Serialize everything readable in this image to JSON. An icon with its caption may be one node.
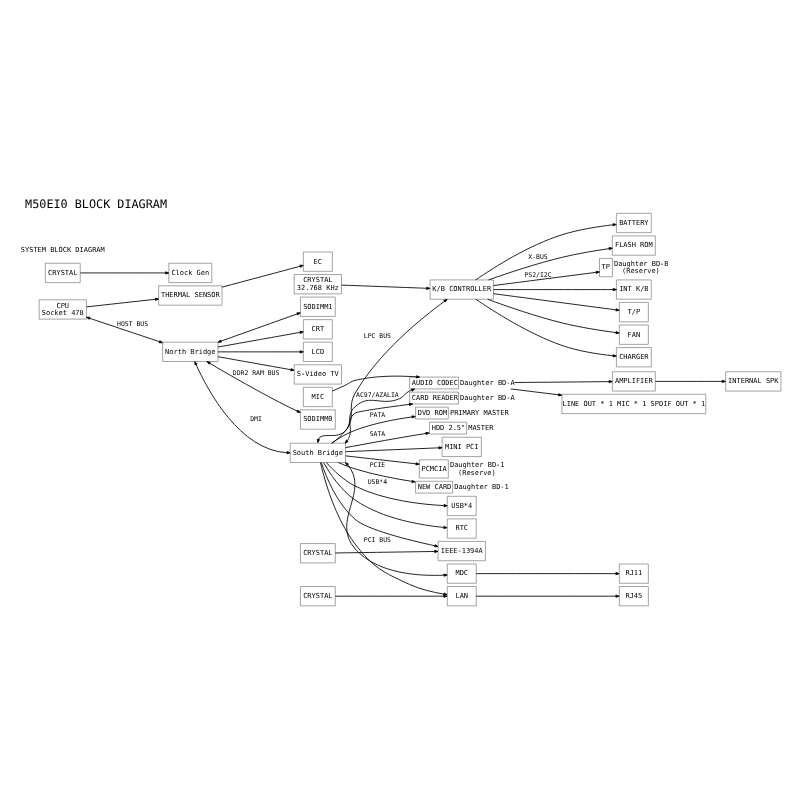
{
  "diagram": {
    "title": "M50EI0 BLOCK DIAGRAM",
    "nodes": [
      {
        "text": [
          "CPU",
          "Socket 478"
        ]
      },
      {
        "text": [
          "THERMAL SENSOR"
        ]
      },
      {
        "text": [
          "EC"
        ]
      },
      {
        "text": [
          "North Bridge"
        ]
      },
      {
        "text": [
          "CRT"
        ]
      },
      {
        "text": [
          "LCD"
        ]
      },
      {
        "text": [
          "S-Video TV"
        ]
      },
      {
        "text": [
          "SODIMM0"
        ]
      },
      {
        "text": [
          "SODIMM1"
        ]
      },
      {
        "text": [
          "South Bridge"
        ]
      },
      {
        "text": [
          "RTC"
        ]
      },
      {
        "text": [
          "AUDIO CODEC"
        ],
        "beside": [
          "Daughter BD-A"
        ]
      },
      {
        "text": [
          "MDC"
        ]
      },
      {
        "text": [
          "RJ11"
        ]
      },
      {
        "text": [
          "AMPLIFIER"
        ]
      },
      {
        "text": [
          "INTERNAL SPK"
        ]
      },
      {
        "text": [
          "MIC"
        ]
      },
      {
        "text": [
          "LINE OUT * 1 MIC * 1 SPDIF OUT * 1"
        ]
      },
      {
        "text": [
          "LAN"
        ]
      },
      {
        "text": [
          "RJ45"
        ]
      },
      {
        "text": [
          "CRYSTAL"
        ]
      },
      {
        "text": [
          "HDD 2.5\""
        ],
        "beside": [
          "MASTER"
        ]
      },
      {
        "text": [
          "MINI PCI"
        ]
      },
      {
        "text": [
          "PCMCIA"
        ],
        "beside": [
          "Daughter BD-1",
          "(Reserve)"
        ]
      },
      {
        "text": [
          "IEEE-1394A"
        ]
      },
      {
        "text": [
          "CRYSTAL"
        ]
      },
      {
        "text": [
          "NEW CARD"
        ],
        "beside": [
          "Daughter BD-1"
        ]
      },
      {
        "text": [
          "USB*4"
        ]
      },
      {
        "text": [
          "CARD READER"
        ],
        "beside": [
          "Daughter BD-A"
        ]
      },
      {
        "text": [
          "DVD ROM"
        ],
        "beside": [
          "PRIMARY MASTER"
        ]
      },
      {
        "text": [
          "CRYSTAL"
        ]
      },
      {
        "text": [
          "Clock Gen"
        ]
      },
      {
        "text": [
          "CRYSTAL",
          "32.768 KHz"
        ]
      },
      {
        "text": [
          "K/B CONTROLLER"
        ]
      },
      {
        "text": [
          "FLASH ROM"
        ]
      },
      {
        "text": [
          "TP"
        ],
        "beside": [
          "Daughter BD-B",
          "(Reserve)"
        ]
      },
      {
        "text": [
          "INT K/B"
        ]
      },
      {
        "text": [
          "T/P"
        ]
      },
      {
        "text": [
          "FAN"
        ]
      },
      {
        "text": [
          "CHARGER"
        ]
      },
      {
        "text": [
          "BATTERY"
        ]
      }
    ],
    "edges": [
      {
        "from": 0,
        "to": 1,
        "arrow": "to"
      },
      {
        "from": 1,
        "to": 2,
        "arrow": "to"
      },
      {
        "from": 0,
        "to": 3,
        "arrow": "both",
        "label": "HOST BUS"
      },
      {
        "from": 3,
        "to": 4,
        "arrow": "to"
      },
      {
        "from": 3,
        "to": 5,
        "arrow": "to"
      },
      {
        "from": 3,
        "to": 6,
        "arrow": "to"
      },
      {
        "from": 3,
        "to": 7,
        "arrow": "both",
        "label": "DDR2 RAM BUS"
      },
      {
        "from": 3,
        "to": 8,
        "arrow": "both"
      },
      {
        "from": 3,
        "to": 9,
        "arrow": "both",
        "label": "DMI"
      },
      {
        "from": 9,
        "to": 10,
        "arrow": "to"
      },
      {
        "from": 9,
        "to": 11,
        "arrow": "both",
        "label": "AC97/AZALIA"
      },
      {
        "from": 9,
        "to": 12,
        "arrow": "both"
      },
      {
        "from": 11,
        "to": 14,
        "arrow": "to"
      },
      {
        "from": 14,
        "to": 15,
        "arrow": "to"
      },
      {
        "from": 16,
        "to": 11,
        "arrow": "to"
      },
      {
        "from": 11,
        "to": 17,
        "arrow": "to"
      },
      {
        "from": 12,
        "to": 13,
        "arrow": "to"
      },
      {
        "from": 9,
        "to": 18,
        "arrow": "to",
        "label": "PCI BUS"
      },
      {
        "from": 9,
        "to": 22,
        "arrow": "to"
      },
      {
        "from": 9,
        "to": 23,
        "arrow": "to"
      },
      {
        "from": 9,
        "to": 24,
        "arrow": "to"
      },
      {
        "from": 18,
        "to": 19,
        "arrow": "to"
      },
      {
        "from": 20,
        "to": 18,
        "arrow": "to"
      },
      {
        "from": 25,
        "to": 24,
        "arrow": "to"
      },
      {
        "from": 9,
        "to": 21,
        "arrow": "to",
        "label": "SATA"
      },
      {
        "from": 9,
        "to": 29,
        "arrow": "to",
        "label": "PATA"
      },
      {
        "from": 9,
        "to": 26,
        "arrow": "to",
        "label": "PCIE"
      },
      {
        "from": 9,
        "to": 27,
        "arrow": "to",
        "label": "USB*4"
      },
      {
        "from": 9,
        "to": 28,
        "arrow": "to"
      },
      {
        "from": 9,
        "to": 33,
        "arrow": "both",
        "label": "LPC BUS"
      },
      {
        "from": 30,
        "to": 31,
        "arrow": "to"
      },
      {
        "from": 32,
        "to": 33,
        "arrow": "to"
      },
      {
        "from": 33,
        "to": 34,
        "arrow": "to",
        "label": "X-BUS"
      },
      {
        "from": 33,
        "to": 35,
        "arrow": "to",
        "label": "PS2/I2C"
      },
      {
        "from": 33,
        "to": 36,
        "arrow": "to"
      },
      {
        "from": 33,
        "to": 37,
        "arrow": "to"
      },
      {
        "from": 33,
        "to": 38,
        "arrow": "to"
      },
      {
        "from": 33,
        "to": 39,
        "arrow": "to"
      },
      {
        "from": 33,
        "to": 40,
        "arrow": "to"
      }
    ],
    "labels": [
      "SYSTEM BLOCK DIAGRAM"
    ]
  }
}
